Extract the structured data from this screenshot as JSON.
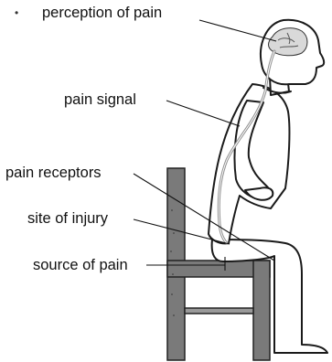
{
  "labels": {
    "perception": "perception of pain",
    "signal": "pain signal",
    "receptors": "pain receptors",
    "injury": "site of injury",
    "source": "source of pain"
  },
  "bullet": "•"
}
